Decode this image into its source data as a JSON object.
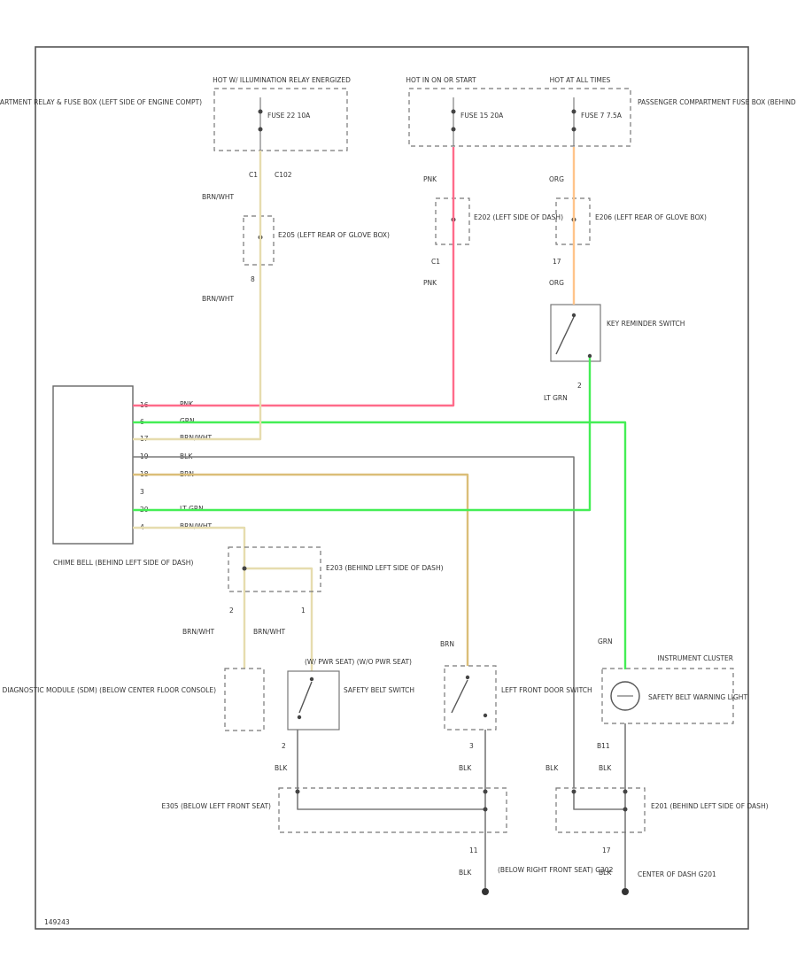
{
  "source_hot_illum": "HOT W/ ILLUMINATION RELAY ENERGIZED",
  "source_hot_run": "HOT IN ON OR START",
  "source_hot_at_all_times": "HOT AT ALL TIMES",
  "fuse_box_engine": "ENGINE COMPARTMENT RELAY & FUSE BOX (LEFT SIDE OF ENGINE COMPT)",
  "fuse_box_passenger": "PASSENGER COMPARTMENT FUSE BOX (BEHIND LEFT SIDE OF DASH)",
  "fuse_1": "FUSE 22 10A",
  "fuse_2": "FUSE 15 20A",
  "fuse_3": "FUSE 7 7.5A",
  "conn_c1": "C1",
  "conn_c102": "C102",
  "splice_e205": "E205 (LEFT REAR OF GLOVE BOX)",
  "splice_e202": "E202 (LEFT SIDE OF DASH)",
  "splice_e206": "E206 (LEFT REAR OF GLOVE BOX)",
  "splice_e203": "E203 (BEHIND LEFT SIDE OF DASH)",
  "splice_e305": "E305 (BELOW LEFT FRONT SEAT)",
  "splice_e201": "E201 (BEHIND LEFT SIDE OF DASH)",
  "key_reminder": "KEY REMINDER SWITCH",
  "chime_bell": "CHIME BELL (BEHIND LEFT SIDE OF DASH)",
  "sdm": "SENSING & DIAGNOSTIC MODULE (SDM) (BELOW CENTER FLOOR CONSOLE)",
  "safety_belt_switch": "SAFETY BELT SWITCH",
  "seat_variants": "(W/ PWR SEAT) (W/O PWR SEAT)",
  "door_switch": "LEFT FRONT DOOR SWITCH",
  "instrument_cluster": "INSTRUMENT CLUSTER",
  "warning_lamp": "SAFETY BELT WARNING LIGHT",
  "ground_g302": "(BELOW RIGHT FRONT SEAT) G302",
  "ground_g201": "CENTER OF DASH G201",
  "wire_brn_wht": "BRN/WHT",
  "wire_pnk": "PNK",
  "wire_org": "ORG",
  "wire_grn": "GRN",
  "wire_lt_grn": "LT GRN",
  "wire_blk": "BLK",
  "wire_brn": "BRN",
  "pin_8": "8",
  "pin_17": "17",
  "pin_2": "2",
  "pin_1": "1",
  "pin_3": "3",
  "pin_b11": "B11",
  "pin_11": "11",
  "chime_pins": [
    "16",
    "6",
    "17",
    "19",
    "18",
    "3",
    "20",
    "4"
  ],
  "figure_id": "149243",
  "colors": {
    "pnk": "#ff6b8a",
    "grn": "#44ee55",
    "lt_grn": "#44ee55",
    "brn_wht": "#e6dcae",
    "brn": "#dbbe78",
    "org": "#ffc48a",
    "blk": "#7a7a7a"
  }
}
